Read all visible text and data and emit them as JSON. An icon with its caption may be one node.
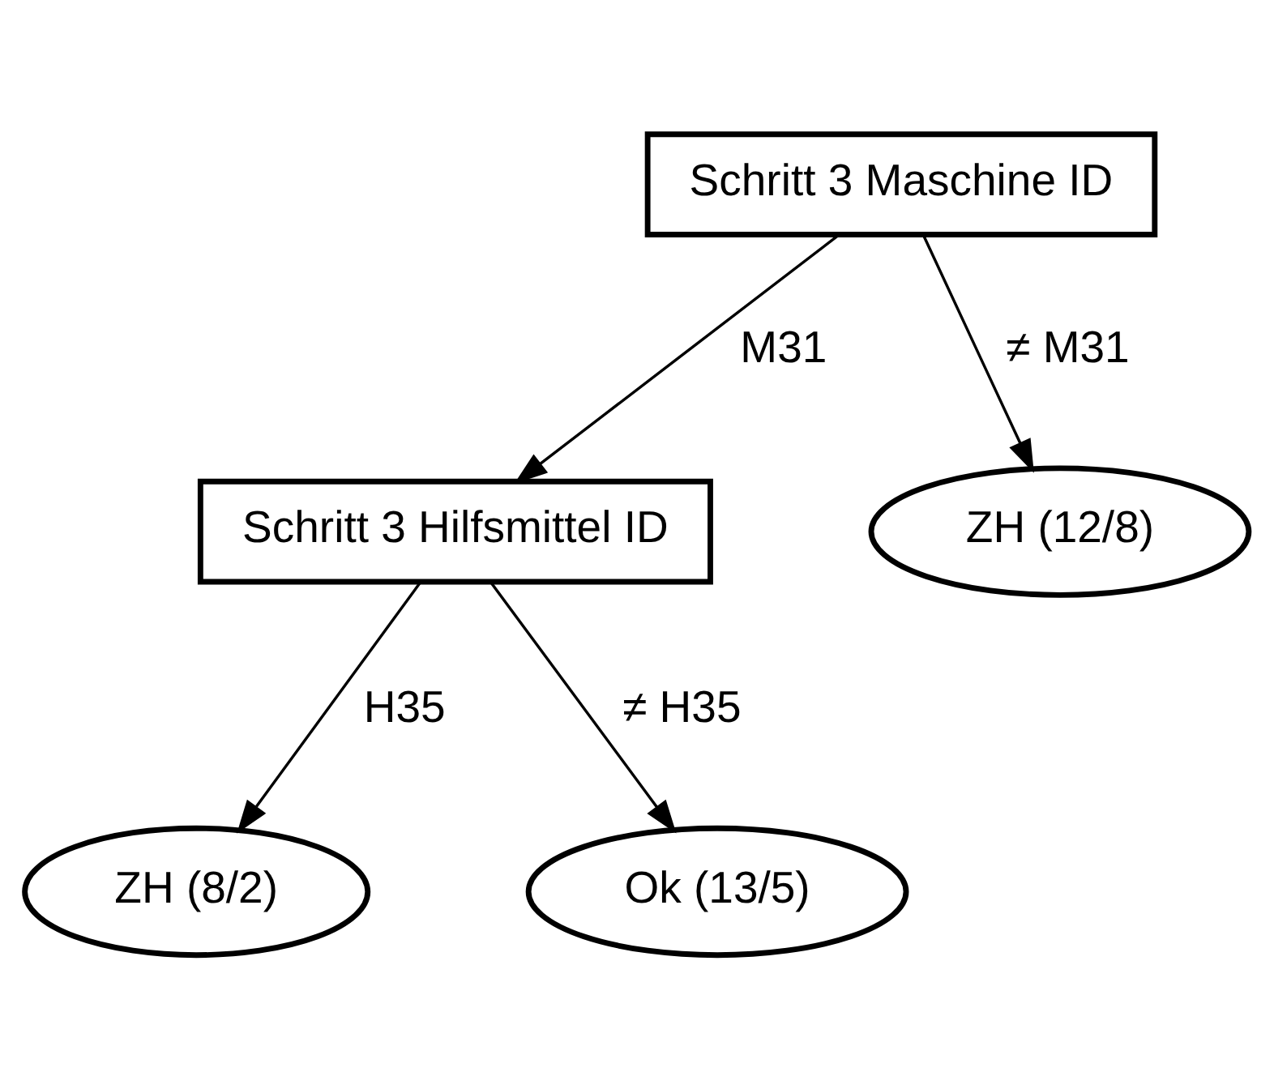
{
  "diagram": {
    "nodes": [
      {
        "text": [
          "Schritt 3 Maschine ID"
        ]
      },
      {
        "text": [
          "Schritt 3 Hilfsmittel ID"
        ]
      },
      {
        "text": [
          "ZH (12/8)"
        ]
      },
      {
        "text": [
          "ZH (8/2)"
        ]
      },
      {
        "text": [
          "Ok (13/5)"
        ]
      }
    ],
    "edges": [
      {
        "from": 0,
        "to": 1,
        "arrow": "to",
        "label": "M31"
      },
      {
        "from": 0,
        "to": 2,
        "arrow": "to",
        "label": "≠ M31"
      },
      {
        "from": 1,
        "to": 3,
        "arrow": "to",
        "label": "H35"
      },
      {
        "from": 1,
        "to": 4,
        "arrow": "to",
        "label": "≠ H35"
      }
    ]
  }
}
